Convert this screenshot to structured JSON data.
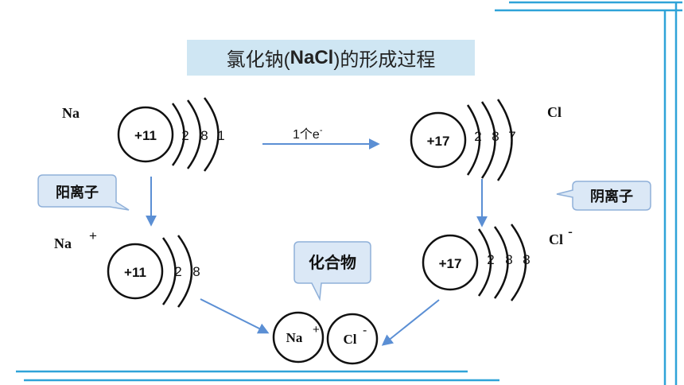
{
  "title": {
    "pre": "氯化钠(",
    "bold": "NaCl",
    "post": ")的形成过程"
  },
  "atoms": {
    "na": {
      "symbol": "Na",
      "nucleus": "+11",
      "shells": [
        "2",
        "8",
        "1"
      ]
    },
    "cl": {
      "symbol": "Cl",
      "nucleus": "+17",
      "shells": [
        "2",
        "8",
        "7"
      ]
    }
  },
  "ions": {
    "na_ion": {
      "symbol": "Na",
      "charge": "+",
      "nucleus": "+11",
      "shells": [
        "2",
        "8"
      ]
    },
    "cl_ion": {
      "symbol": "Cl",
      "charge": "-",
      "nucleus": "+17",
      "shells": [
        "2",
        "8",
        "8"
      ]
    }
  },
  "transfer": {
    "label": "1个e",
    "superscript": "-"
  },
  "callouts": {
    "cation": "阳离子",
    "anion": "阴离子",
    "compound": "化合物"
  },
  "compound": {
    "na": "Na",
    "na_charge": "+",
    "cl": "Cl",
    "cl_charge": "-"
  },
  "colors": {
    "frame": "#2fa3d8",
    "arrow": "#5b8fd4",
    "callout_fill": "#dbe8f6",
    "callout_stroke": "#8fb0d9",
    "title_fill": "#cfe6f3"
  }
}
